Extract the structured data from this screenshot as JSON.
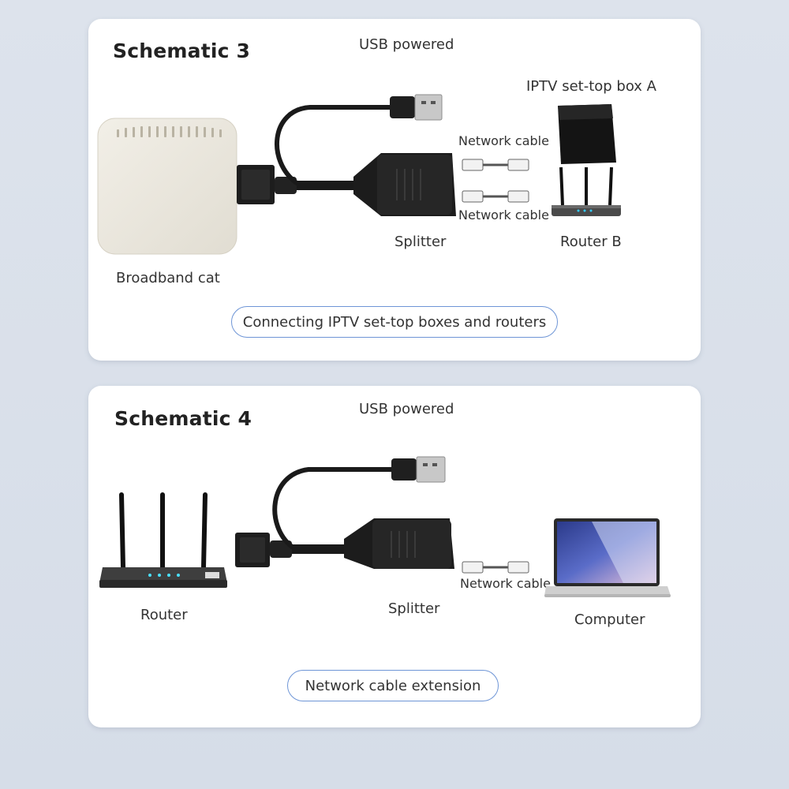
{
  "schematic3": {
    "title": "Schematic 3",
    "usb_label": "USB powered",
    "device_left": "Broadband cat",
    "splitter": "Splitter",
    "cable_top": "Network cable",
    "cable_bottom": "Network cable",
    "device_top_right": "IPTV set-top box A",
    "device_bottom_right": "Router B",
    "caption": "Connecting IPTV set-top boxes and routers"
  },
  "schematic4": {
    "title": "Schematic 4",
    "usb_label": "USB powered",
    "device_left": "Router",
    "splitter": "Splitter",
    "cable": "Network cable",
    "device_right": "Computer",
    "caption": "Network cable extension"
  },
  "colors": {
    "pill_border": "#6e95d6",
    "card_bg": "#ffffff",
    "page_bg": "#d9e0ea"
  }
}
